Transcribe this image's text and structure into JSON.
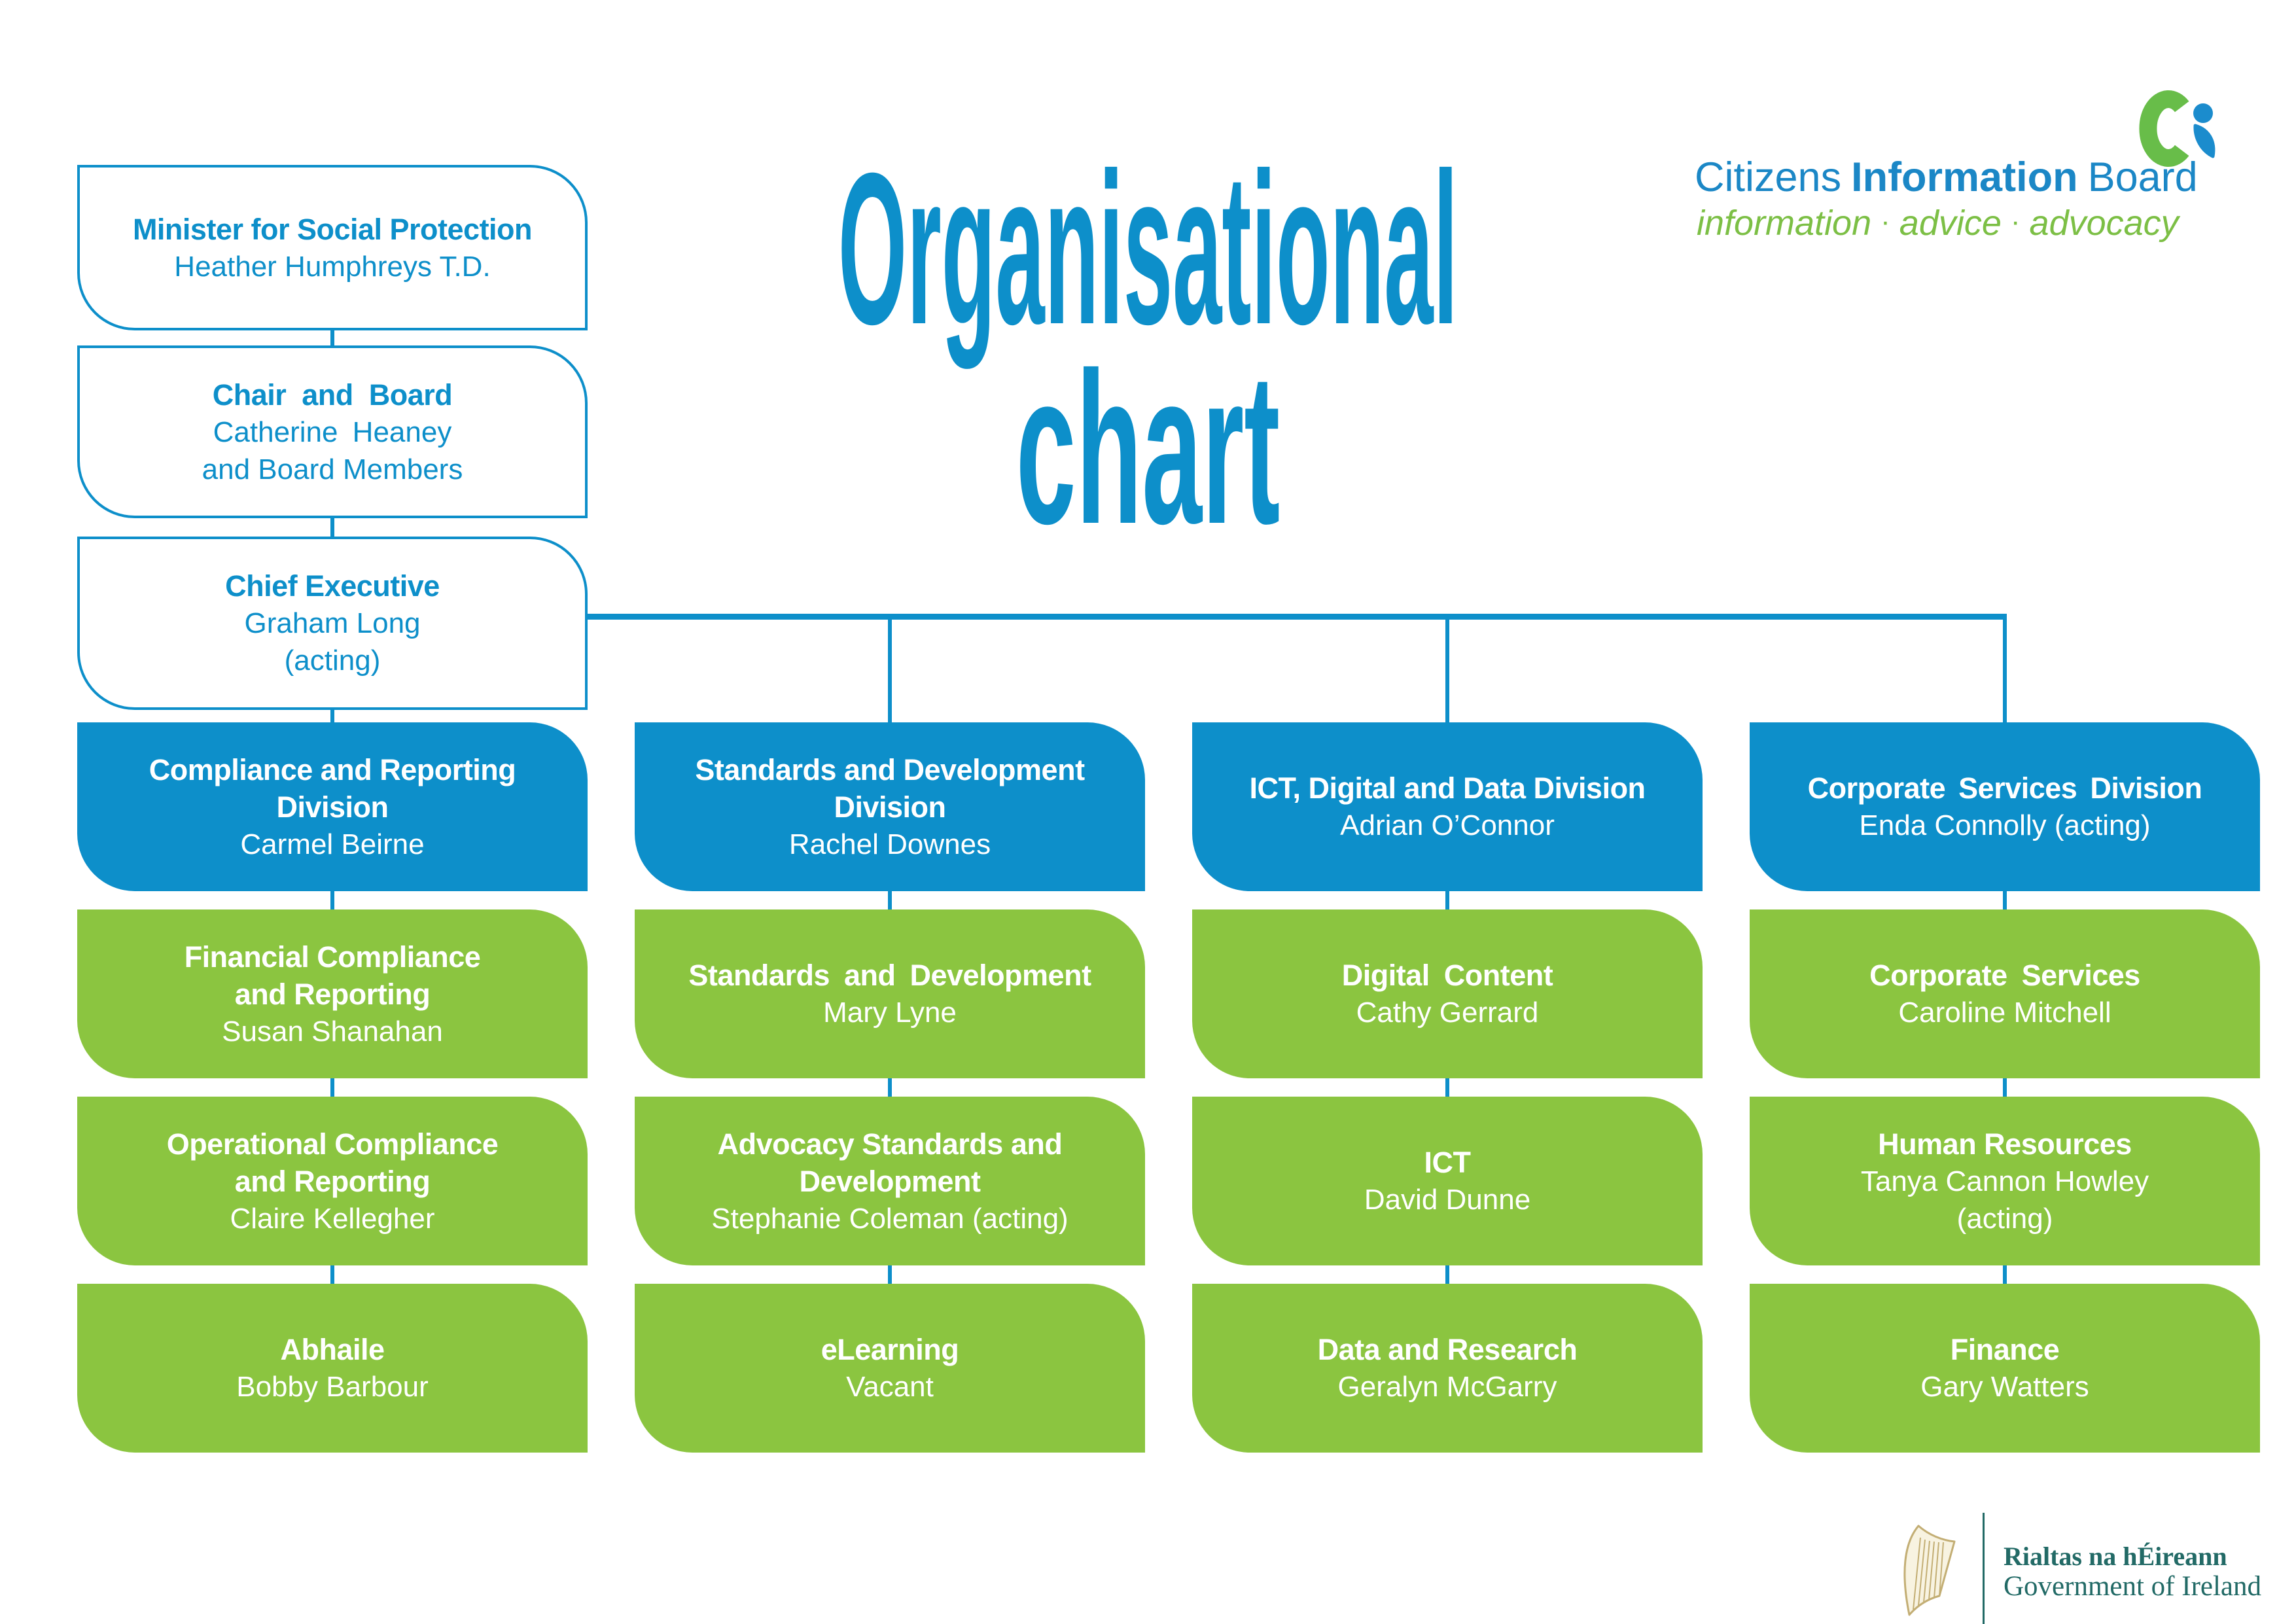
{
  "title": {
    "line1": "Organisational",
    "line2": "chart"
  },
  "brand": {
    "word1": "Citizens",
    "word2": "Information",
    "word3": "Board",
    "tagline_word1": "information",
    "tagline_word2": "advice",
    "tagline_word3": "advocacy",
    "tagline_separator": "·",
    "mark_icon": "ci-person-logo"
  },
  "top_chain": [
    {
      "role": "Minister for Social Protection",
      "person": "Heather Humphreys T.D."
    },
    {
      "role": "Chair and Board",
      "person": "Catherine Heaney",
      "person2": "and Board Members"
    },
    {
      "role": "Chief Executive",
      "person": "Graham Long",
      "person2": "(acting)"
    }
  ],
  "divisions": [
    {
      "heading_lines": [
        "Compliance and Reporting",
        "Division"
      ],
      "head": "Carmel Beirne",
      "units": [
        {
          "heading_lines": [
            "Financial Compliance",
            "and Reporting"
          ],
          "head": "Susan Shanahan"
        },
        {
          "heading_lines": [
            "Operational Compliance",
            "and Reporting"
          ],
          "head": "Claire Kellegher"
        },
        {
          "heading_lines": [
            "Abhaile"
          ],
          "head": "Bobby Barbour"
        }
      ]
    },
    {
      "heading_lines": [
        "Standards and Development",
        "Division"
      ],
      "head": "Rachel Downes",
      "units": [
        {
          "heading_lines": [
            "Standards and Development"
          ],
          "head": "Mary Lyne"
        },
        {
          "heading_lines": [
            "Advocacy Standards and",
            "Development"
          ],
          "head": "Stephanie Coleman (acting)"
        },
        {
          "heading_lines": [
            "eLearning"
          ],
          "head": "Vacant"
        }
      ]
    },
    {
      "heading_lines": [
        "ICT, Digital and Data Division"
      ],
      "head": "Adrian O’Connor",
      "units": [
        {
          "heading_lines": [
            "Digital Content"
          ],
          "head": "Cathy Gerrard"
        },
        {
          "heading_lines": [
            "ICT"
          ],
          "head": "David Dunne"
        },
        {
          "heading_lines": [
            "Data and Research"
          ],
          "head": "Geralyn McGarry"
        }
      ]
    },
    {
      "heading_lines": [
        "Corporate Services Division"
      ],
      "head": "Enda Connolly (acting)",
      "units": [
        {
          "heading_lines": [
            "Corporate Services"
          ],
          "head": "Caroline Mitchell"
        },
        {
          "heading_lines": [
            "Human Resources"
          ],
          "head": "Tanya Cannon Howley",
          "head2": "(acting)"
        },
        {
          "heading_lines": [
            "Finance"
          ],
          "head": "Gary Watters"
        }
      ]
    }
  ],
  "footer": {
    "irish": "Rialtas na hÉireann",
    "english": "Government of Ireland",
    "mark_icon": "harp-icon"
  },
  "colors": {
    "blue": "#0d8fca",
    "green": "#8bc540",
    "brand_blue": "#1b87c6",
    "brand_green": "#7cbf45",
    "mark_green": "#68bd49",
    "mark_blue": "#1b8ccd",
    "teal": "#226a66",
    "gold": "#c3ae74",
    "gold_fill": "#f8f3e1"
  }
}
